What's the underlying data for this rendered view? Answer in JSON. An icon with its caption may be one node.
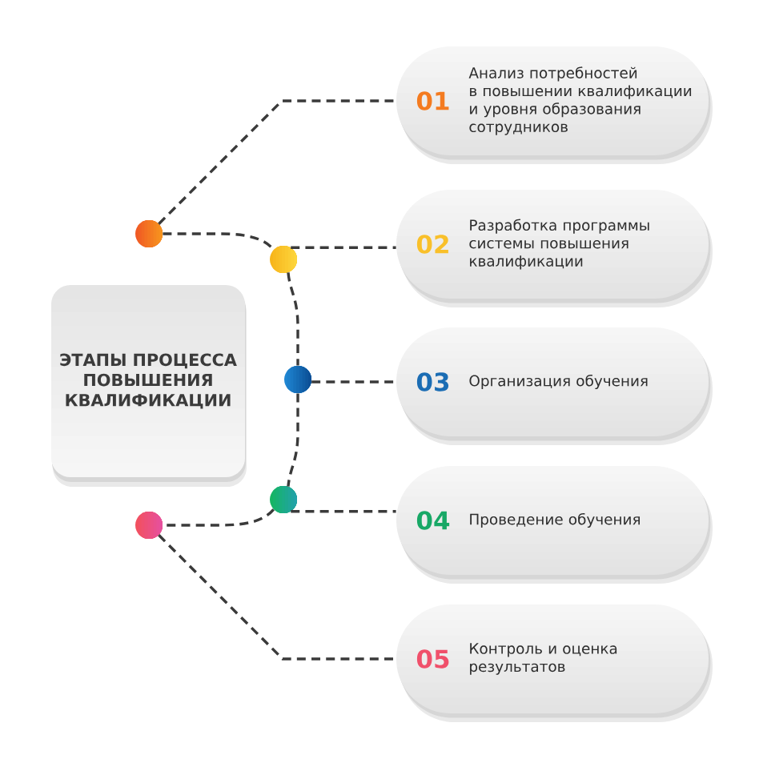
{
  "diagram": {
    "nodes": [
      {
        "text": [
          "ЭТАПЫ ПРОЦЕССА ПОВЫШЕНИЯ КВАЛИФИКАЦИИ"
        ]
      },
      {
        "text": [],
        "shape": "circle"
      },
      {
        "text": [],
        "shape": "circle"
      },
      {
        "text": [],
        "shape": "circle"
      },
      {
        "text": [],
        "shape": "circle"
      },
      {
        "text": [],
        "shape": "circle"
      },
      {
        "text": [
          "01",
          "Анализ потребностей в повышении квалификации и уровня образования сотрудников"
        ]
      },
      {
        "text": [
          "02",
          "Разработка программы системы повышения квалификации"
        ]
      },
      {
        "text": [
          "03",
          "Организация обучения"
        ]
      },
      {
        "text": [
          "04",
          "Проведение обучения"
        ]
      },
      {
        "text": [
          "05",
          "Контроль и оценка результатов"
        ]
      }
    ],
    "edges": [
      {
        "from": 1,
        "to": 2,
        "arrow": "none",
        "style": "dashed"
      },
      {
        "from": 2,
        "to": 3,
        "arrow": "none",
        "style": "dashed"
      },
      {
        "from": 3,
        "to": 4,
        "arrow": "none",
        "style": "dashed"
      },
      {
        "from": 4,
        "to": 5,
        "arrow": "none",
        "style": "dashed"
      },
      {
        "from": 1,
        "to": 6,
        "arrow": "none",
        "style": "dashed"
      },
      {
        "from": 2,
        "to": 7,
        "arrow": "none",
        "style": "dashed"
      },
      {
        "from": 3,
        "to": 8,
        "arrow": "none",
        "style": "dashed"
      },
      {
        "from": 4,
        "to": 9,
        "arrow": "none",
        "style": "dashed"
      },
      {
        "from": 5,
        "to": 10,
        "arrow": "none",
        "style": "dashed"
      }
    ]
  }
}
